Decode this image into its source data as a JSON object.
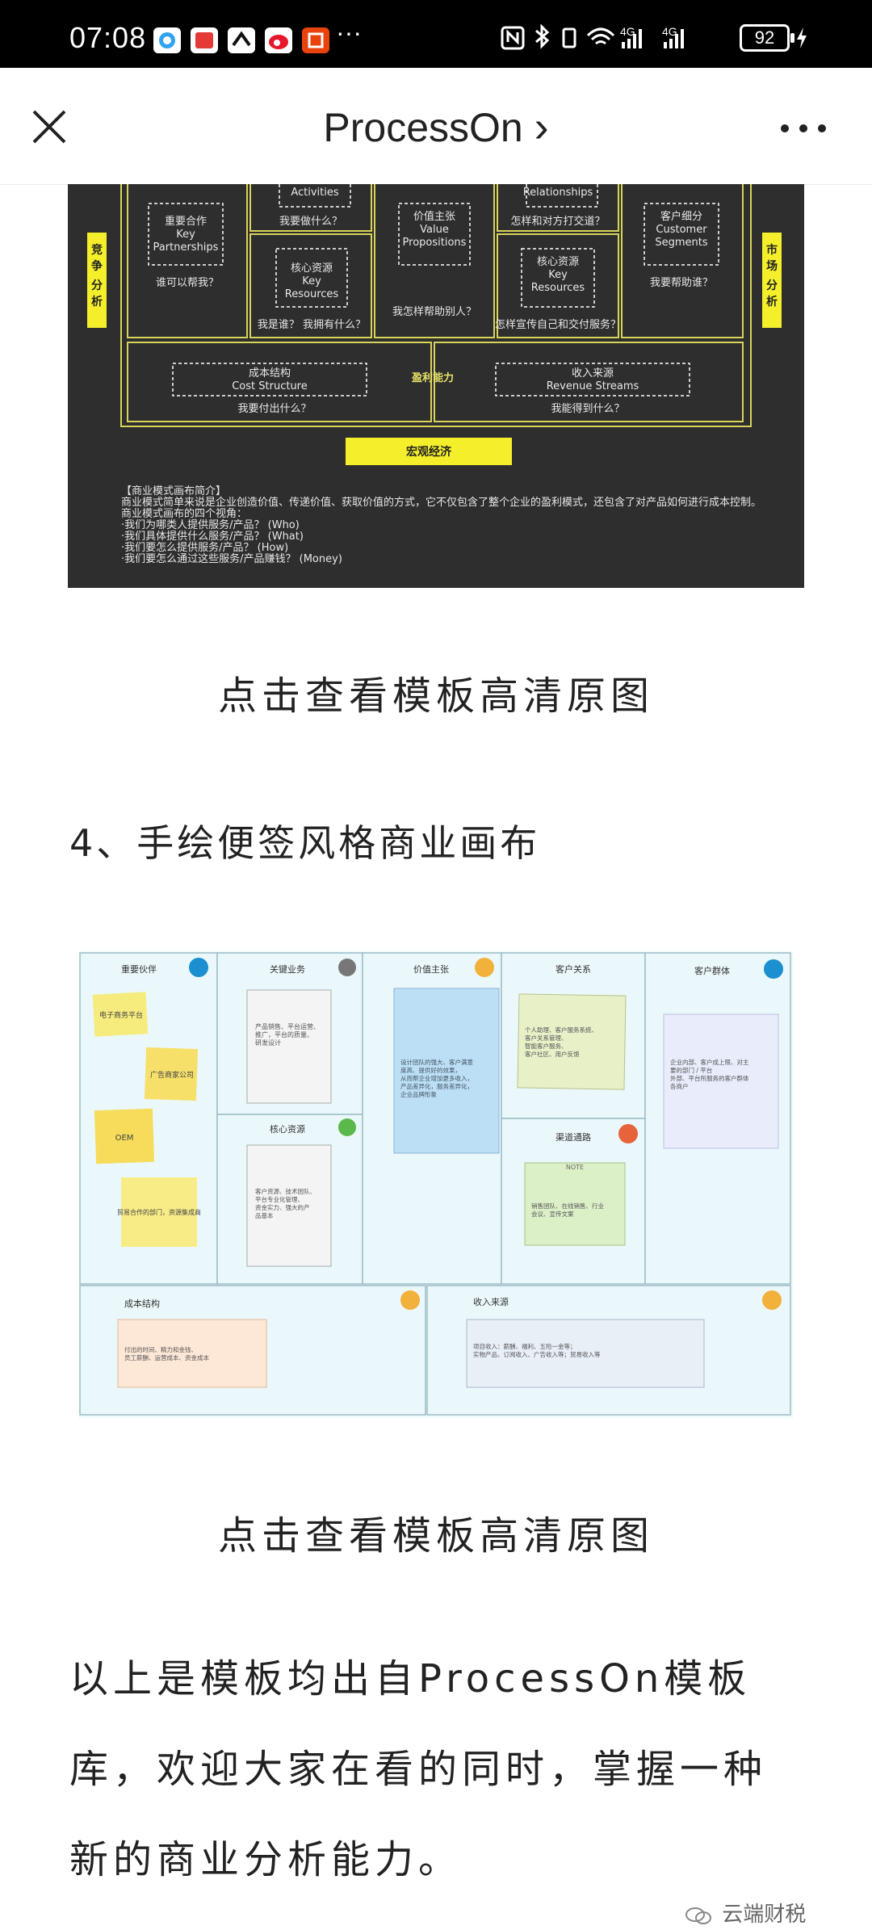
{
  "status_bar": {
    "time": "07:08",
    "more": "···",
    "battery": "92",
    "network": "4G"
  },
  "nav": {
    "title": "ProcessOn",
    "chevron": "›"
  },
  "canvas1": {
    "blocks": {
      "key_activities_en": "Activities",
      "key_activities_q": "我要做什么？",
      "relationships_en": "Relationships",
      "relationships_q": "怎样和对方打交道？",
      "partners_cn": "重要合作",
      "partners_en1": "Key",
      "partners_en2": "Partnerships",
      "partners_q": "谁可以帮我？",
      "value_cn": "价值主张",
      "value_en1": "Value",
      "value_en2": "Propositions",
      "value_q": "我怎样帮助别人？",
      "segments_cn": "客户细分",
      "segments_en1": "Customer",
      "segments_en2": "Segments",
      "segments_q": "我要帮助谁？",
      "resources_cn": "核心资源",
      "resources_en1": "Key",
      "resources_en2": "Resources",
      "resources_q": "我是谁？ 我拥有什么？",
      "channels_cn": "核心资源",
      "channels_en1": "Key",
      "channels_en2": "Resources",
      "channels_q": "怎样宣传自己和交付服务？",
      "cost_cn": "成本结构",
      "cost_en": "Cost Structure",
      "cost_q": "我要付出什么？",
      "revenue_cn": "收入来源",
      "revenue_en": "Revenue Streams",
      "revenue_q": "我能得到什么？",
      "profit": "盈利能力"
    },
    "side_left": [
      "竞",
      "争",
      "分",
      "析"
    ],
    "side_right": [
      "市",
      "场",
      "分",
      "析"
    ],
    "macro": "宏观经济",
    "intro": [
      "【商业模式画布简介】",
      "商业模式简单来说是企业创造价值、传递价值、获取价值的方式，它不仅包含了整个企业的盈利模式，还包含了对产品如何进行成本控制。",
      "商业模式画布的四个视角：",
      "·我们为哪类人提供服务/产品？  (Who)",
      "·我们具体提供什么服务/产品？  (What)",
      "·我们要怎么提供服务/产品？  (How)",
      "·我们要怎么通过这些服务/产品赚钱？  (Money)"
    ]
  },
  "caption1": "点击查看模板高清原图",
  "heading4": "4、手绘便签风格商业画布",
  "canvas2": {
    "titles": {
      "partners": "重要伙伴",
      "activities": "关键业务",
      "value": "价值主张",
      "relations": "客户关系",
      "segments": "客户群体",
      "resources": "核心资源",
      "channels": "渠道通路",
      "cost": "成本结构",
      "revenue": "收入来源"
    },
    "notes": {
      "p1": "电子商务平台",
      "p2": "广告商家公司",
      "p3": "OEM",
      "p4": "贸易合作的部门，资源集成商",
      "activities": [
        "产品销售、平台运营、",
        "推广，平台的质量、",
        "研发设计"
      ],
      "value": [
        "设计团队的强大、客户满意",
        "度高、提供好的效果，",
        "从而帮企业增加更多收入，",
        "产品差异化，服务差异化，",
        "企业品牌形象"
      ],
      "relations": [
        "个人助理、客户服务系统、",
        "客户关系管理、",
        "智能客户服务、",
        "客户社区、用户反馈"
      ],
      "segments": [
        "企业内部、客户成上限、对主",
        "要的部门 / 平台",
        "外部、平台所服务的客户群体",
        "各商户"
      ],
      "resources": [
        "客户资源、技术团队、",
        "平台专业化管理、",
        "资金实力、强大的产",
        "品基本"
      ],
      "channels_label": "NOTE",
      "channels": [
        "销售团队、在线销售、行业",
        "会议、宣传文案"
      ],
      "cost": [
        "付出的时间、精力和金钱、",
        "员工薪酬、运营成本、资金成本"
      ],
      "revenue": [
        "项目收入：薪酬、福利、五险一金等；",
        "实物产品、订阅收入、广告收入等；贸易收入等"
      ]
    }
  },
  "caption2": "点击查看模板高清原图",
  "paragraph": [
    "以上是模板均出自ProcessOn模板",
    "库，欢迎大家在看的同时，掌握一种",
    "新的商业分析能力。"
  ],
  "watermark": "云端财税"
}
